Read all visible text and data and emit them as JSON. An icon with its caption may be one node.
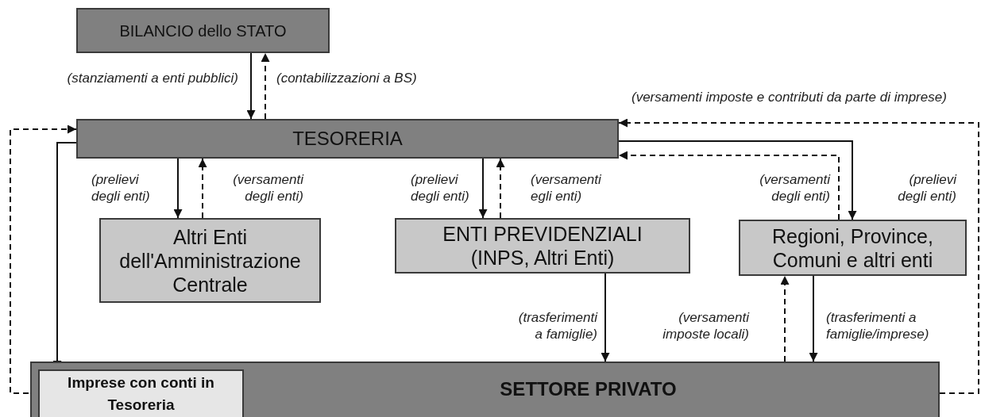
{
  "diagram": {
    "nodes": [
      {
        "text": [
          "BILANCIO dello STATO"
        ]
      },
      {
        "text": [
          "TESORERIA"
        ]
      },
      {
        "text": [
          "Altri Enti dell'Amministrazione Centrale"
        ]
      },
      {
        "text": [
          "ENTI PREVIDENZIALI (INPS, Altri Enti)"
        ]
      },
      {
        "text": [
          "Regioni, Province, Comuni e altri enti"
        ]
      },
      {
        "text": [
          "SETTORE PRIVATO"
        ]
      },
      {
        "text": [
          "Imprese con conti in Tesoreria"
        ],
        "in": 5
      }
    ],
    "edges": [
      {
        "from": 0,
        "to": 1,
        "arrow": "to",
        "label": "(stanziamenti a enti pubblici)"
      },
      {
        "from": 1,
        "to": 0,
        "arrow": "to",
        "style": "dashed",
        "label": "(contabilizzazioni a BS)"
      },
      {
        "from": 1,
        "to": 2,
        "arrow": "to",
        "label": "(prelievi degli enti)"
      },
      {
        "from": 2,
        "to": 1,
        "arrow": "to",
        "style": "dashed",
        "label": "(versamenti degli enti)"
      },
      {
        "from": 1,
        "to": 3,
        "arrow": "to",
        "label": "(prelievi degli enti)"
      },
      {
        "from": 3,
        "to": 1,
        "arrow": "to",
        "style": "dashed",
        "label": "(versamenti egli enti)"
      },
      {
        "from": 1,
        "to": 4,
        "arrow": "to",
        "label": "(prelievi degli enti)"
      },
      {
        "from": 4,
        "to": 1,
        "arrow": "to",
        "style": "dashed",
        "label": "(versamenti degli enti)"
      },
      {
        "from": 3,
        "to": 5,
        "arrow": "to",
        "label": "(trasferimenti a famiglie)"
      },
      {
        "from": 5,
        "to": 4,
        "arrow": "to",
        "style": "dashed",
        "label": "(versamenti imposte locali)"
      },
      {
        "from": 4,
        "to": 5,
        "arrow": "to",
        "label": "(trasferimenti a famiglie/imprese)"
      },
      {
        "from": 1,
        "to": 6,
        "arrow": "to"
      },
      {
        "from": 6,
        "to": 1,
        "arrow": "to",
        "style": "dashed"
      },
      {
        "from": 5,
        "to": 1,
        "arrow": "to",
        "style": "dashed",
        "label": "(versamenti imposte e contributi da parte di imprese)"
      }
    ]
  }
}
